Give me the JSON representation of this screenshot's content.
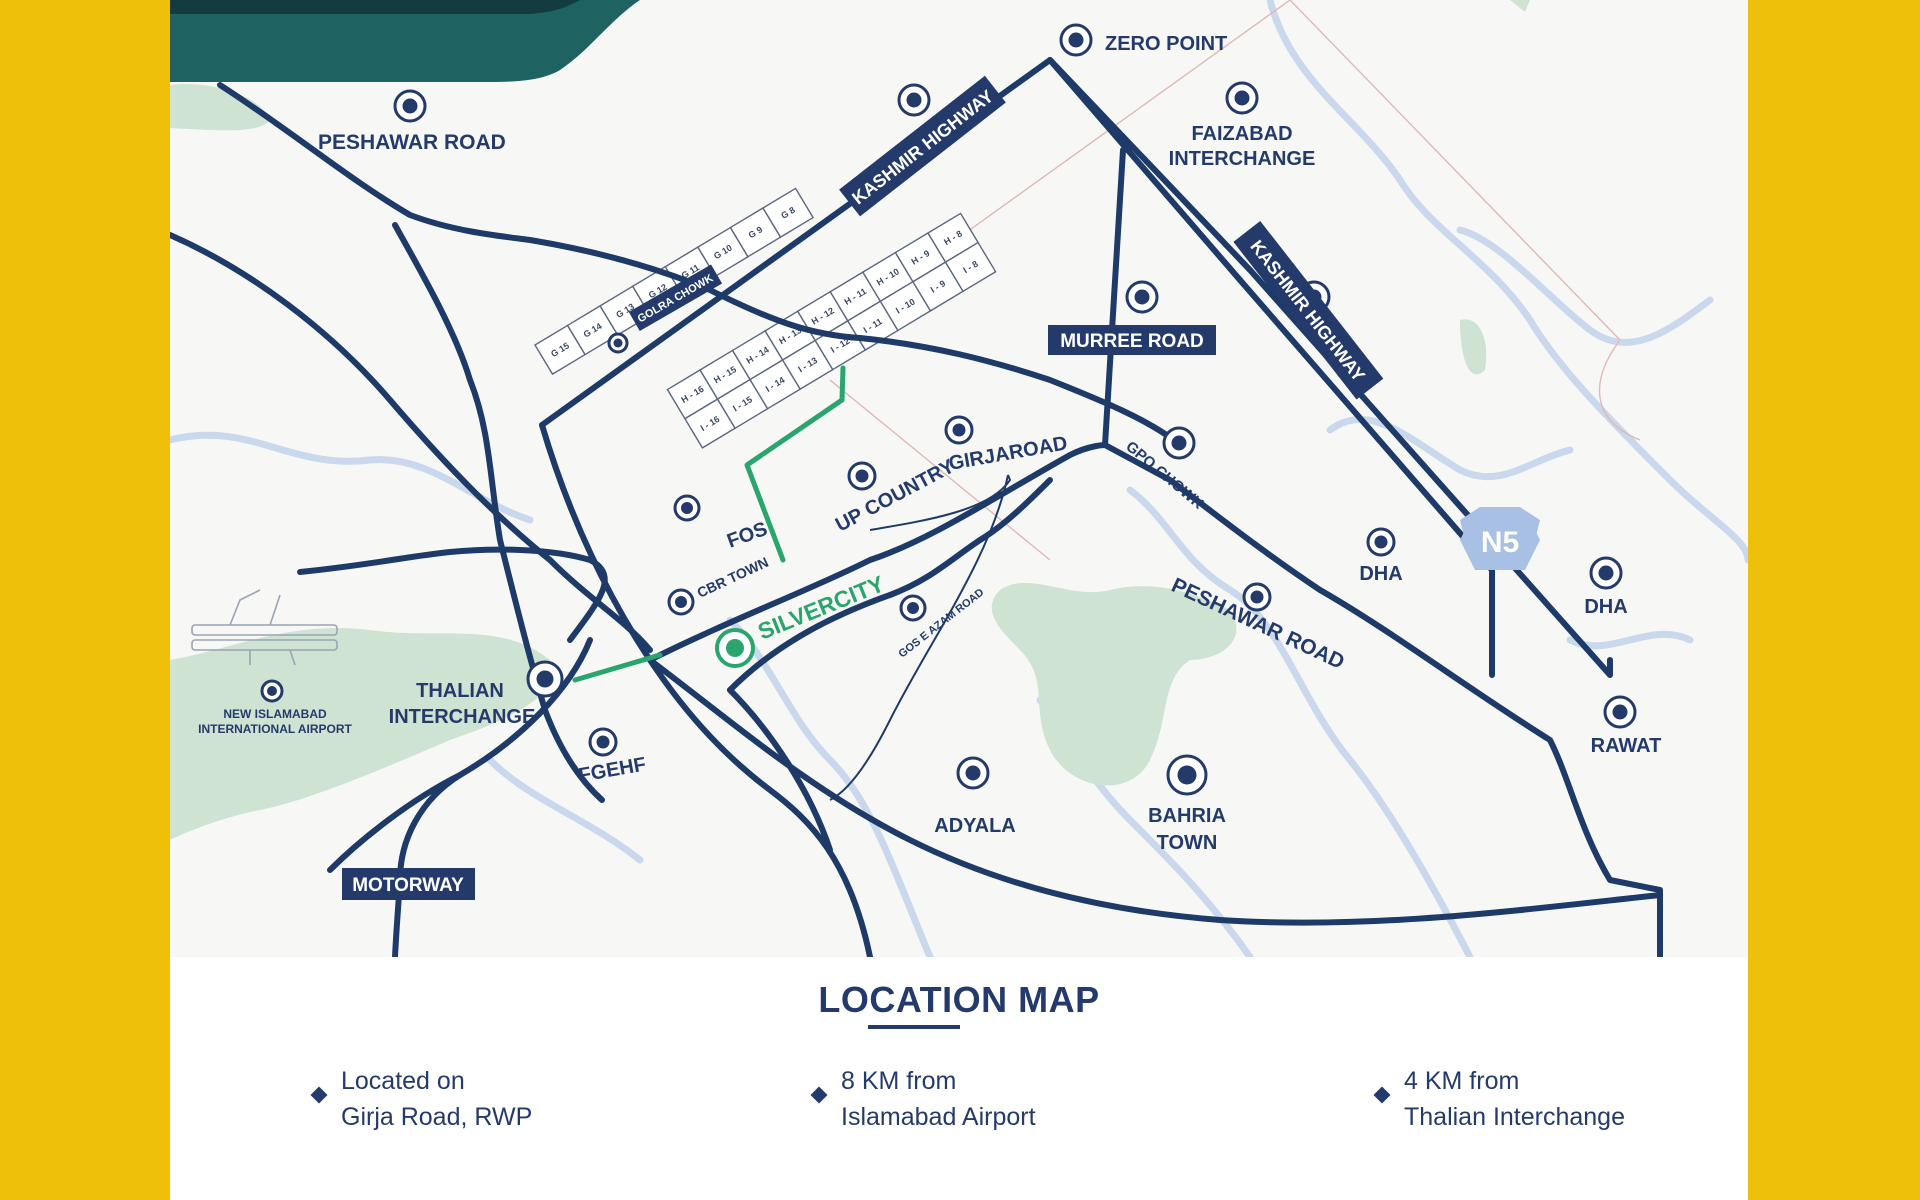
{
  "colors": {
    "frame": "#efc00a",
    "road": "#1d3a68",
    "water": "#c9d8ec",
    "green": "#cfe3d3",
    "accent": "#2aa56d",
    "label": "#233a6b"
  },
  "map": {
    "labels": {
      "peshawar_road_top": "PESHAWAR ROAD",
      "zero_point": "ZERO POINT",
      "faizabad_1": "FAIZABAD",
      "faizabad_2": "INTERCHANGE",
      "fos": "FOS",
      "up_country": "UP COUNTRY",
      "girjaroad": "GIRJAROAD",
      "gpo_chowk": "GPO CHOWK",
      "cbr_town": "CBR TOWN",
      "silvercity": "SILVERCITY",
      "gos_e_azam": "GOS E AZAM ROAD",
      "peshawar_road_mid": "PESHAWAR ROAD",
      "dha_1": "DHA",
      "dha_2": "DHA",
      "n5": "N5",
      "rawat": "RAWAT",
      "thalian_1": "THALIAN",
      "thalian_2": "INTERCHANGE",
      "airport_1": "NEW ISLAMABAD",
      "airport_2": "INTERNATIONAL AIRPORT",
      "fgehf": "FGEHF",
      "adyala": "ADYALA",
      "bahria_1": "BAHRIA",
      "bahria_2": "TOWN"
    },
    "tags": {
      "kashmir_highway_1": "KASHMIR HIGHWAY",
      "kashmir_highway_2": "KASHMIR HIGHWAY",
      "murree_road": "MURREE ROAD",
      "golra_chowk": "GOLRA CHOWK",
      "motorway": "MOTORWAY"
    },
    "sectors": {
      "g_row": [
        "G 15",
        "G 14",
        "G 13",
        "G 12",
        "G 11",
        "G 10",
        "G 9",
        "G 8"
      ],
      "h_row": [
        "H - 15",
        "H - 14",
        "H - 13",
        "H - 12",
        "H - 11",
        "H - 10",
        "H - 9",
        "H - 8"
      ],
      "i_row": [
        "I - 15",
        "I - 14",
        "I - 13",
        "I - 12",
        "I - 11",
        "I - 10",
        "I - 9",
        "I - 8"
      ],
      "h16": "H - 16",
      "i16": "I - 16"
    }
  },
  "footer": {
    "title": "LOCATION MAP",
    "facts": [
      {
        "line1": "Located on",
        "line2": "Girja Road, RWP"
      },
      {
        "line1": "8 KM from",
        "line2": "Islamabad Airport"
      },
      {
        "line1": "4 KM from",
        "line2": "Thalian Interchange"
      }
    ]
  }
}
